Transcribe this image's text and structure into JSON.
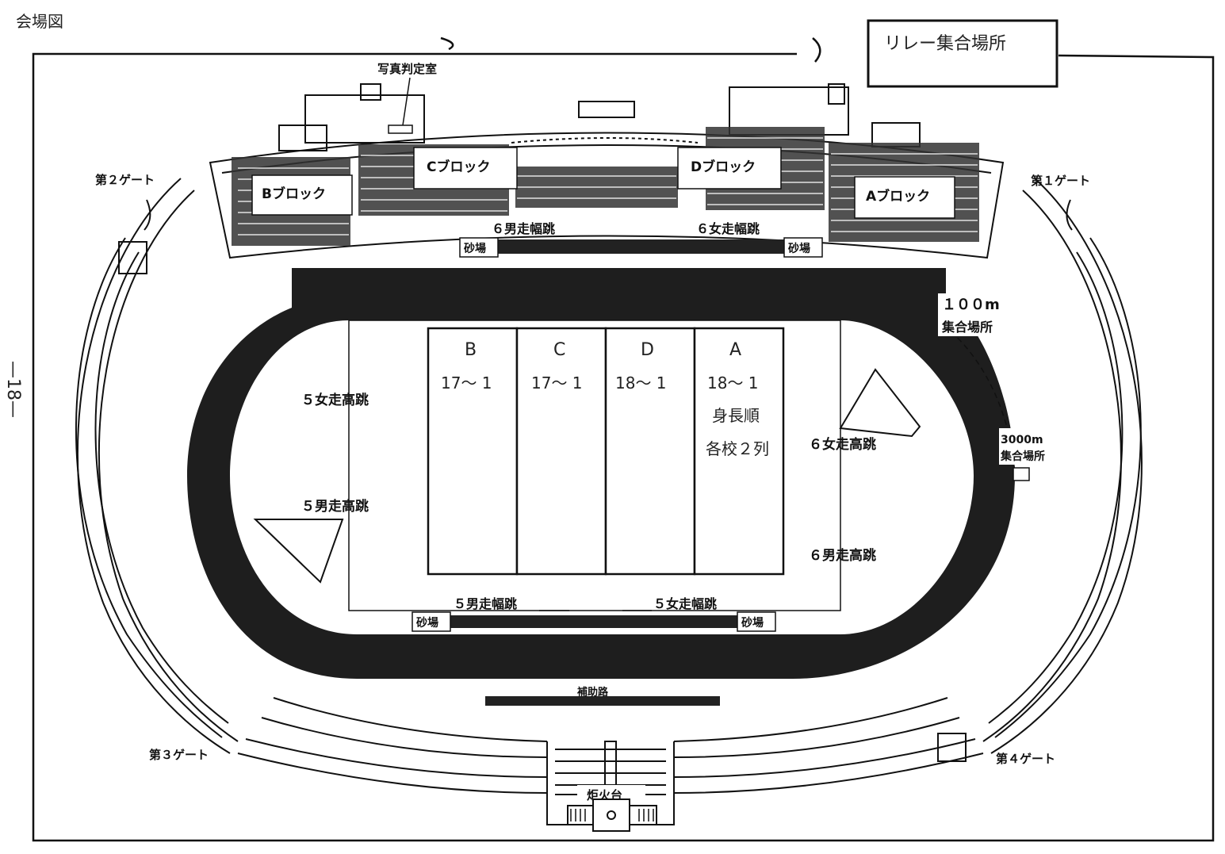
{
  "map_title": "会場図",
  "page_number": "—18—",
  "relay_box": "リレー集合場所",
  "photo_room": "写真判定室",
  "blocks": {
    "a": "Aブロック",
    "b": "Bブロック",
    "c": "Cブロック",
    "d": "Dブロック"
  },
  "gates": {
    "g1": "第１ゲート",
    "g2": "第２ゲート",
    "g3": "第３ゲート",
    "g4": "第４ゲート"
  },
  "events": {
    "lj6m": "６男走幅跳",
    "lj6w": "６女走幅跳",
    "lj5m": "５男走幅跳",
    "lj5w": "５女走幅跳",
    "hj5w": "５女走高跳",
    "hj5m": "５男走高跳",
    "hj6w": "６女走高跳",
    "hj6m": "６男走高跳"
  },
  "sandpit": "砂場",
  "assembly_100m": {
    "line1": "１００m",
    "line2": "集合場所"
  },
  "assembly_3000m": {
    "line1": "3000m",
    "line2": "集合場所"
  },
  "seating": {
    "note1": "身長順",
    "note2": "各校２列",
    "columns": [
      {
        "letter": "B",
        "range": "17～ 1"
      },
      {
        "letter": "C",
        "range": "17～ 1"
      },
      {
        "letter": "D",
        "range": "18～ 1"
      },
      {
        "letter": "A",
        "range": "18～ 1"
      }
    ]
  },
  "lower_strip": "補助路",
  "torch": "炬火台"
}
